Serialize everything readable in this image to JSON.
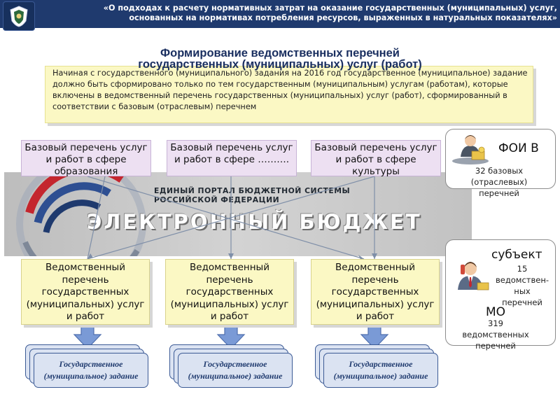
{
  "header": {
    "title_line1": "«О подходах к расчету нормативных затрат на оказание государственных (муниципальных) услуг,",
    "title_line2": "основанных на нормативах потребления ресурсов, выраженных в натуральных показателях»"
  },
  "slide": {
    "title_line1": "Формирование ведомственных перечней",
    "title_line2": "государственных (муниципальных) услуг (работ)"
  },
  "note": {
    "text": "Начиная с государственного (муниципального) задания на 2016 год государственное (муниципальное) задание должно быть сформировано только по тем государственным (муниципальным) услугам (работам), которые включены в ведомственный перечень государственных (муниципальных) услуг (работ), сформированный в соответствии с базовым (отраслевым) перечнем"
  },
  "base_lists": [
    {
      "label": "Базовый перечень услуг и работ в сфере образования"
    },
    {
      "label": "Базовый перечень услуг и работ в сфере ………."
    },
    {
      "label": "Базовый перечень услуг и работ в сфере культуры"
    }
  ],
  "banner": {
    "portal_line1": "ЕДИНЫЙ ПОРТАЛ БЮДЖЕТНОЙ СИСТЕМЫ",
    "portal_line2": "РОССИЙСКОЙ ФЕДЕРАЦИИ",
    "title": "ЭЛЕКТРОННЫЙ БЮДЖЕТ"
  },
  "vedom_lists": [
    {
      "label": "Ведомственный перечень государственных (муниципальных) услуг и работ"
    },
    {
      "label": "Ведомственный перечень государственных (муниципальных) услуг и работ"
    },
    {
      "label": "Ведомственный перечень государственных (муниципальных) услуг и работ"
    }
  ],
  "tasks": [
    {
      "label": "Государственное (муниципальное) задание"
    },
    {
      "label": "Государственное (муниципальное) задание"
    },
    {
      "label": "Государственное (муниципальное) задание"
    }
  ],
  "side": {
    "foiv_label": "ФОИ В",
    "foiv_text_line1": "32 базовых",
    "foiv_text_line2": "(отраслевых)",
    "foiv_text_line3": "перечней",
    "subject_label": "субъект",
    "subject_text_line1": "15",
    "subject_text_line2": "ведомствен-",
    "subject_text_line3": "ных",
    "subject_text_line4": "перечней",
    "mo_label": "МО",
    "mo_text_line1": "319",
    "mo_text_line2": "ведомственных",
    "mo_text_line3": "перечней"
  },
  "colors": {
    "header_bg": "#1f3a6e",
    "title_color": "#1a2f60",
    "note_bg": "#fbf8c4",
    "base_bg": "#ede0f2",
    "task_bg": "#dbe3f2",
    "arrow": "#6f8fcf"
  }
}
